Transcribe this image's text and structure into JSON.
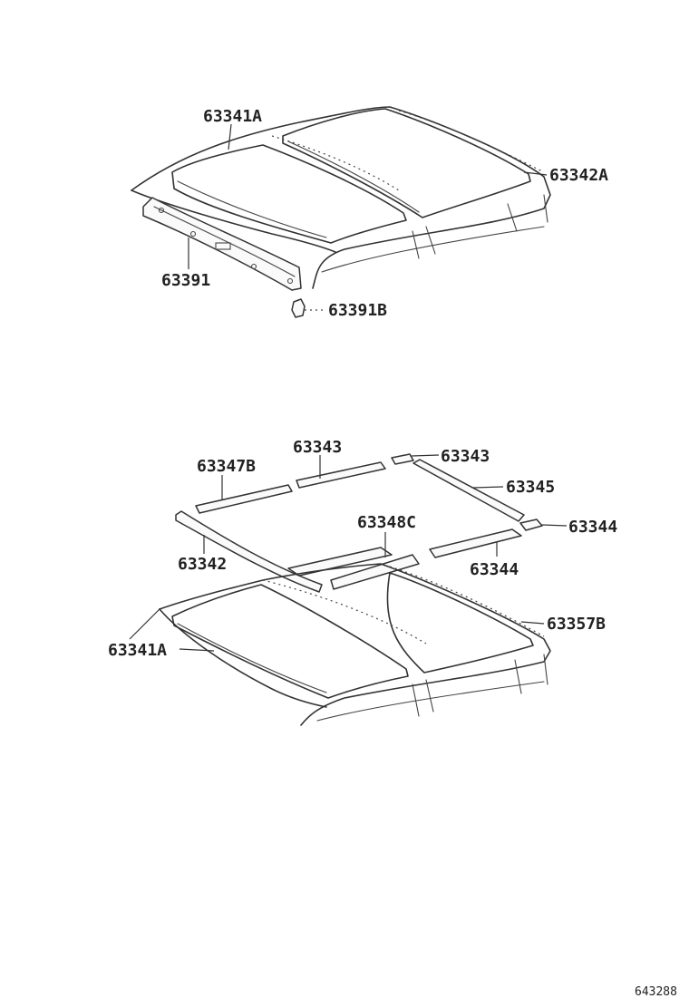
{
  "callouts": {
    "top_63341A": "63341A",
    "top_63342A": "63342A",
    "top_63391": "63391",
    "top_63391B": "63391B",
    "bot_63343_a": "63343",
    "bot_63343_b": "63343",
    "bot_63347B": "63347B",
    "bot_63345": "63345",
    "bot_63348C": "63348C",
    "bot_63344_a": "63344",
    "bot_63342": "63342",
    "bot_63344_b": "63344",
    "bot_63357B": "63357B",
    "bot_63341A": "63341A"
  },
  "figure_number": "643288"
}
